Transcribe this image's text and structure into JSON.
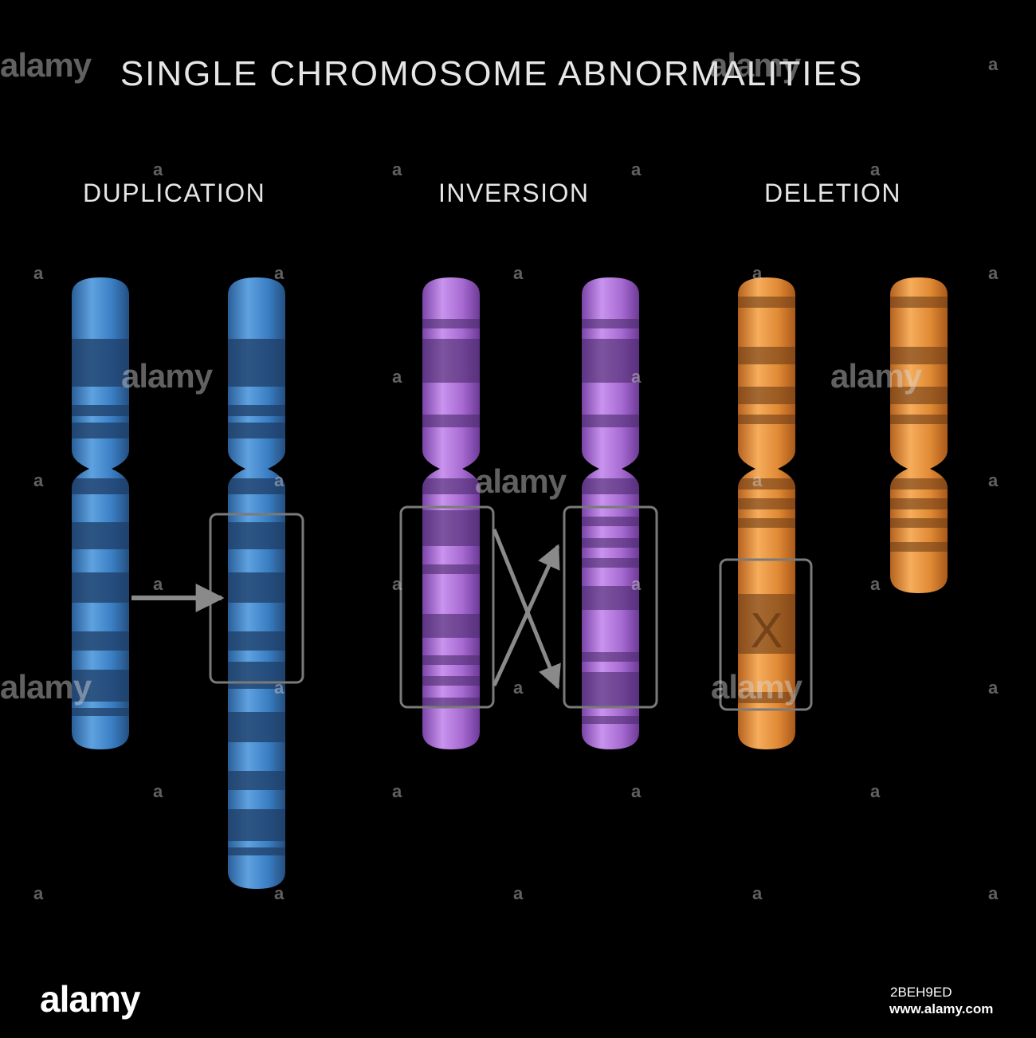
{
  "title": "SINGLE CHROMOSOME ABNORMALITIES",
  "sections": {
    "duplication": {
      "label": "DUPLICATION",
      "color": "#3a7fc4"
    },
    "inversion": {
      "label": "INVERSION",
      "color": "#a66ad1"
    },
    "deletion": {
      "label": "DELETION",
      "color": "#e08a35"
    }
  },
  "deletion_marker": "X",
  "watermark": {
    "logo": "alamy",
    "mark": "a"
  },
  "footer": {
    "logo": "alamy",
    "image_id": "2BEH9ED",
    "url": "www.alamy.com"
  }
}
